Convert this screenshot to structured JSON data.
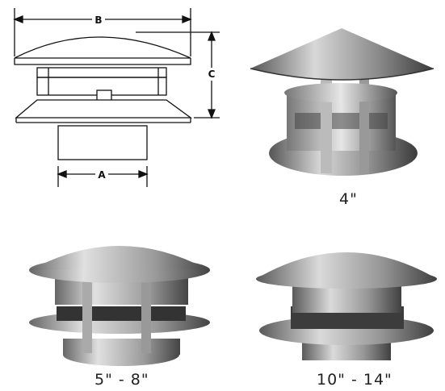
{
  "diagram": {
    "dimensions": {
      "width_label": "B",
      "height_label": "C",
      "collar_label": "A"
    }
  },
  "photos": [
    {
      "caption": "4\""
    },
    {
      "caption": "5\" - 8\""
    },
    {
      "caption": "10\" - 14\""
    }
  ]
}
